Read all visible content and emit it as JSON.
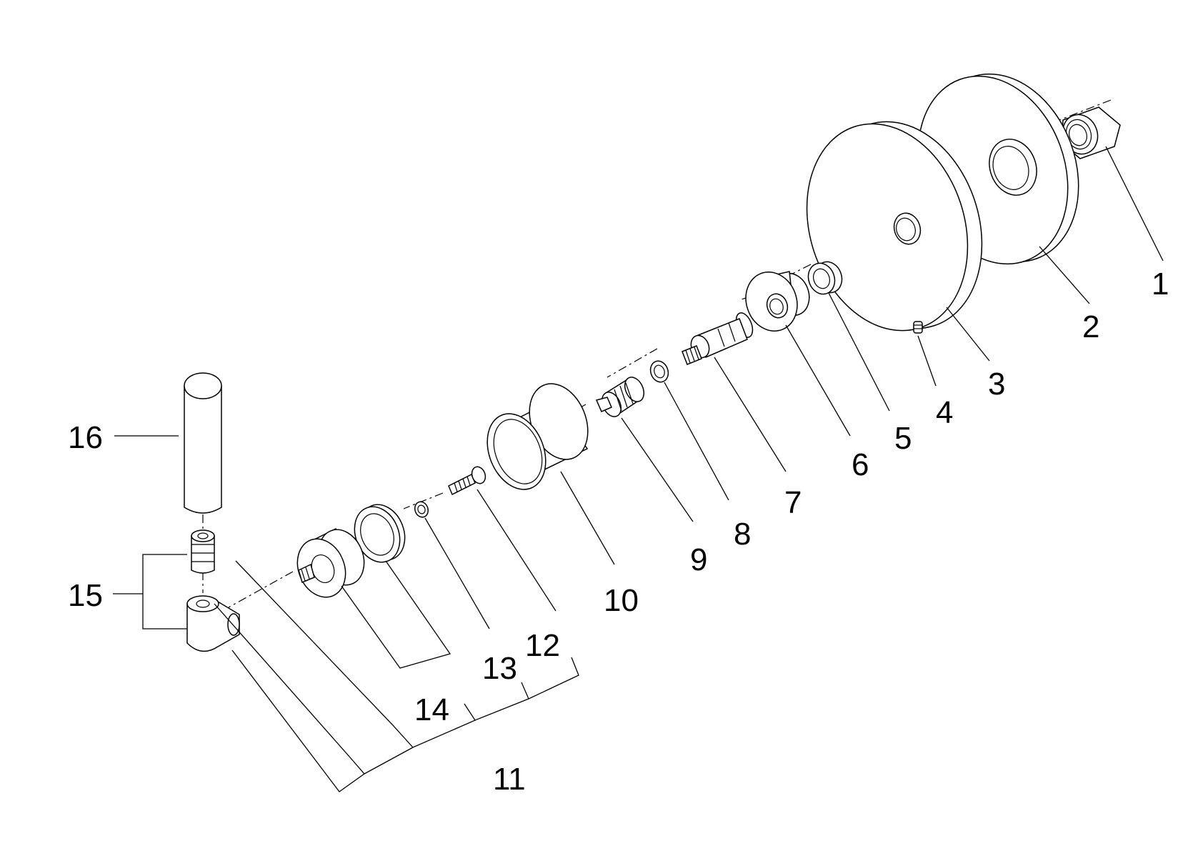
{
  "callouts": [
    "1",
    "2",
    "3",
    "4",
    "5",
    "6",
    "7",
    "8",
    "9",
    "10",
    "11",
    "12",
    "13",
    "14",
    "15",
    "16"
  ],
  "colors": {
    "line": "#000000",
    "background": "#ffffff"
  }
}
